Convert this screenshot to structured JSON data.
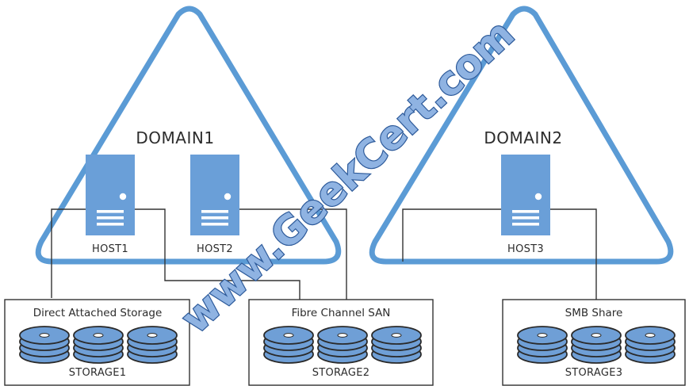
{
  "domains": [
    {
      "label": "DOMAIN1"
    },
    {
      "label": "DOMAIN2"
    }
  ],
  "hosts": [
    {
      "label": "HOST1"
    },
    {
      "label": "HOST2"
    },
    {
      "label": "HOST3"
    }
  ],
  "storages": [
    {
      "type_label": "Direct Attached Storage",
      "name": "STORAGE1"
    },
    {
      "type_label": "Fibre Channel SAN",
      "name": "STORAGE2"
    },
    {
      "type_label": "SMB Share",
      "name": "STORAGE3"
    }
  ],
  "watermark": "www.GeekCert.com",
  "colors": {
    "triangle_stroke": "#5b9bd5",
    "server_fill": "#6a9fd8",
    "disk_fill": "#6f9fd6",
    "line": "#333333"
  }
}
